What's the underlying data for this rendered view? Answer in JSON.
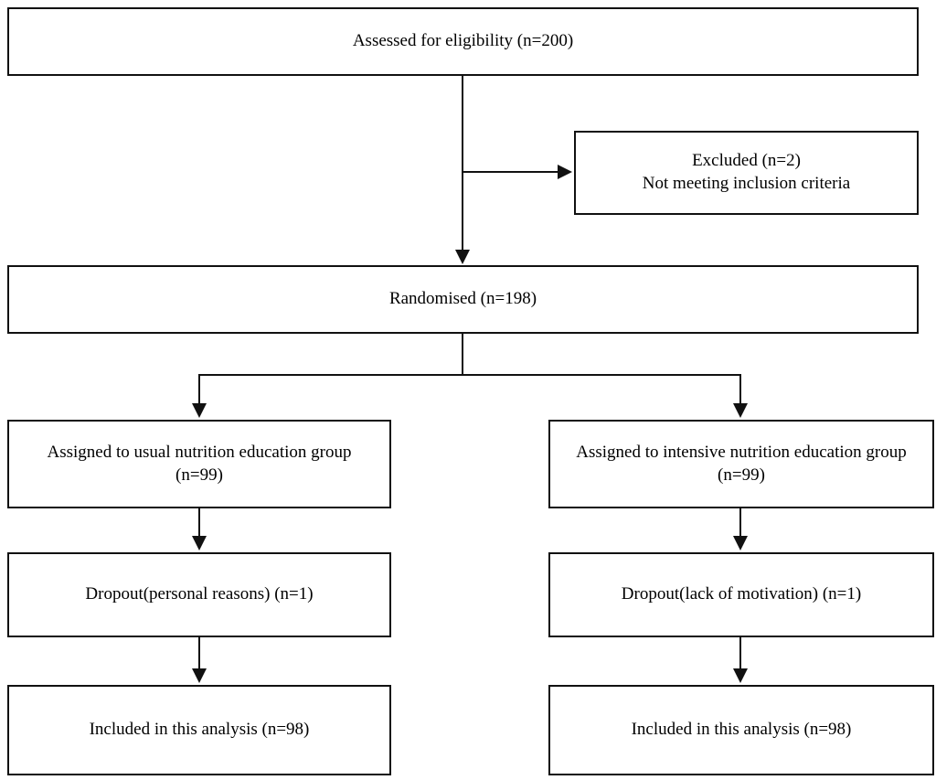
{
  "diagram": {
    "type": "consort-flow-diagram",
    "title": "CONSORT participant flow diagram",
    "background_color": "#ffffff",
    "line_color": "#111111",
    "text_color": "#000000"
  },
  "nodes": {
    "assessed": {
      "label": "Assessed for eligibility (n=200)",
      "n": 200
    },
    "excluded": {
      "line1": "Excluded (n=2)",
      "line2": "Not meeting inclusion criteria",
      "label": "Excluded (n=2)\nNot meeting inclusion criteria",
      "n": 2
    },
    "randomised": {
      "label": "Randomised (n=198)",
      "n": 198
    },
    "assigned_usual": {
      "line1": "Assigned to usual nutrition education group",
      "line2": "(n=99)",
      "label": "Assigned to usual nutrition education group\n(n=99)",
      "n": 99
    },
    "assigned_intensive": {
      "line1": "Assigned to intensive nutrition education group",
      "line2": "(n=99)",
      "label": "Assigned to intensive nutrition education group\n(n=99)",
      "n": 99
    },
    "dropout_usual": {
      "label": "Dropout(personal reasons) (n=1)",
      "n": 1
    },
    "dropout_intensive": {
      "label": "Dropout(lack of motivation) (n=1)",
      "n": 1
    },
    "included_usual": {
      "label": "Included in this analysis (n=98)",
      "n": 98
    },
    "included_intensive": {
      "label": "Included in this analysis (n=98)",
      "n": 98
    }
  }
}
